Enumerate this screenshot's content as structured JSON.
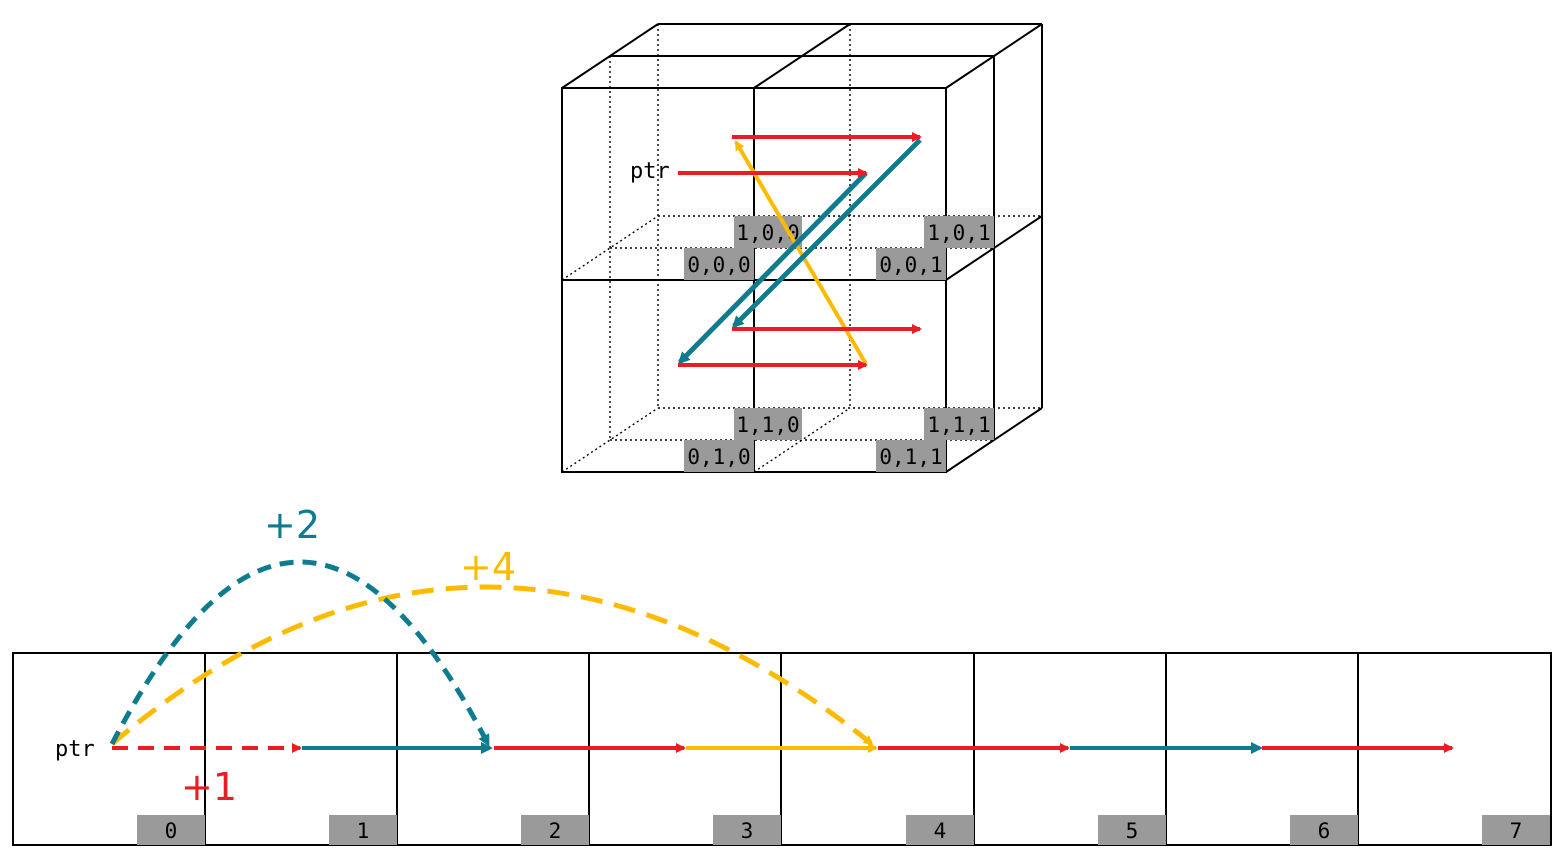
{
  "colors": {
    "red": "#ea1c24",
    "teal": "#0f7b8f",
    "yellow": "#fdbb00",
    "label_bg": "#9a9a9a"
  },
  "cube": {
    "pointer_label": "ptr",
    "coords": [
      "1,0,0",
      "1,0,1",
      "0,0,0",
      "0,0,1",
      "1,1,0",
      "1,1,1",
      "0,1,0",
      "0,1,1"
    ]
  },
  "array": {
    "pointer_label": "ptr",
    "indices": [
      "0",
      "1",
      "2",
      "3",
      "4",
      "5",
      "6",
      "7"
    ],
    "strides": {
      "plus1": "+1",
      "plus2": "+2",
      "plus4": "+4"
    }
  }
}
